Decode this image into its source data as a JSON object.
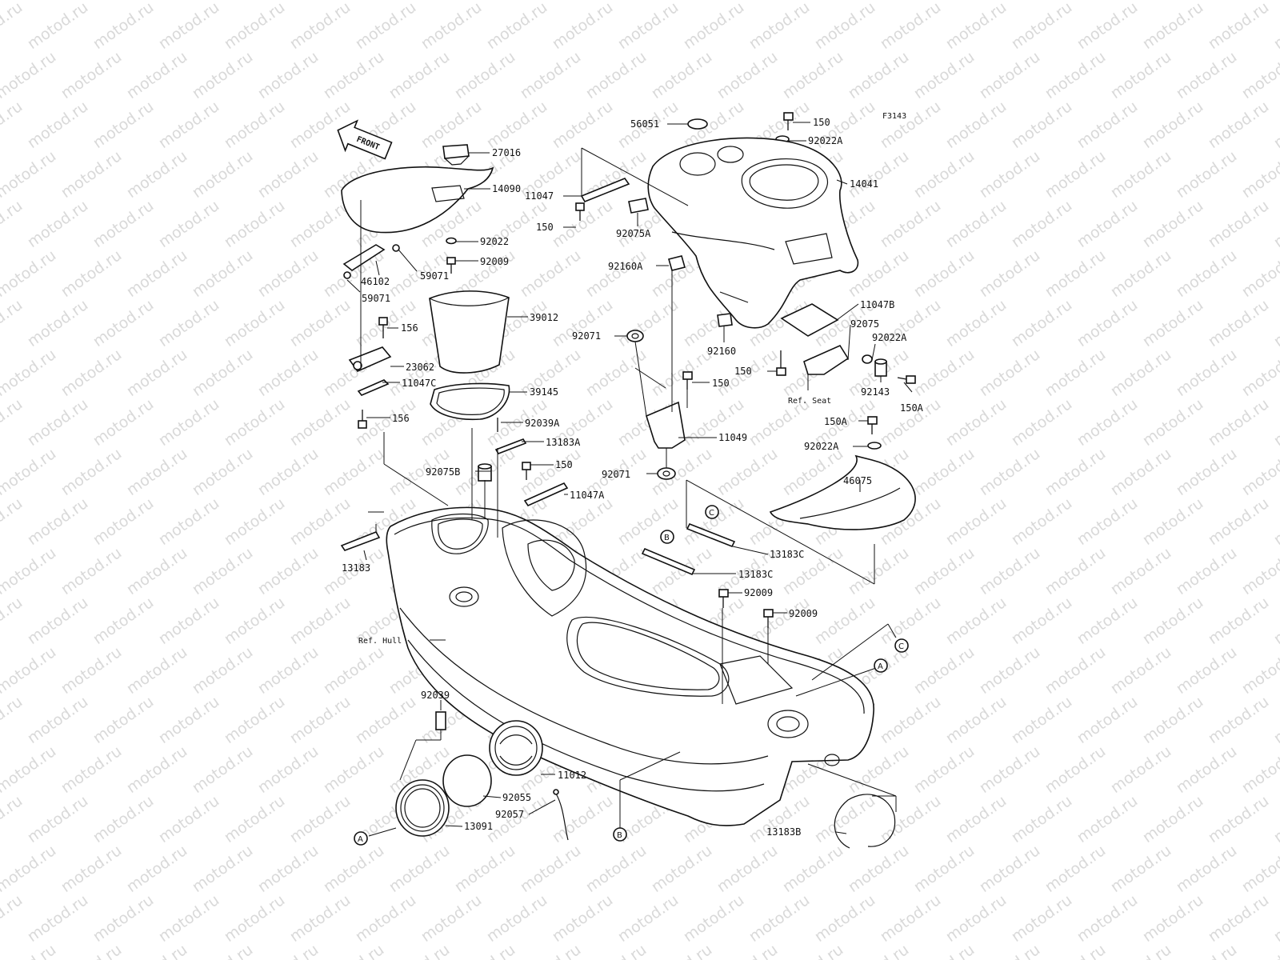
{
  "diagram_code": "F3143",
  "front_arrow_label": "FRONT",
  "watermark": "motod.ru",
  "ref_labels": {
    "seat": "Ref. Seat",
    "hull": "Ref. Hull"
  },
  "callouts": {
    "a": "A",
    "b": "B",
    "c": "C"
  },
  "parts": {
    "p56051": "56051",
    "p150_top": "150",
    "p92022A_top": "92022A",
    "p27016": "27016",
    "p11047": "11047",
    "p14041": "14041",
    "p14090": "14090",
    "p150_left": "150",
    "p92075A": "92075A",
    "p92022": "92022",
    "p92009_top": "92009",
    "p46102": "46102",
    "p59071_a": "59071",
    "p59071_b": "59071",
    "p92160A": "92160A",
    "p11047B": "11047B",
    "p39012": "39012",
    "p156_a": "156",
    "p92071_a": "92071",
    "p92075": "92075",
    "p92022A_mid": "92022A",
    "p92160": "92160",
    "p23062": "23062",
    "p150_mid": "150",
    "p150_right": "150",
    "p92143": "92143",
    "p11047C": "11047C",
    "p39145": "39145",
    "p150A_a": "150A",
    "p156_b": "156",
    "p150A_b": "150A",
    "p92039A": "92039A",
    "p11049": "11049",
    "p13183A": "13183A",
    "p92022A_low": "92022A",
    "p92075B": "92075B",
    "p150_low": "150",
    "p92071_b": "92071",
    "p46075": "46075",
    "p11047A": "11047A",
    "p13183": "13183",
    "p13183C_a": "13183C",
    "p13183C_b": "13183C",
    "p92009_a": "92009",
    "p92009_b": "92009",
    "p92039": "92039",
    "p11012": "11012",
    "p92055": "92055",
    "p92057": "92057",
    "p13091": "13091",
    "p13183B": "13183B"
  }
}
